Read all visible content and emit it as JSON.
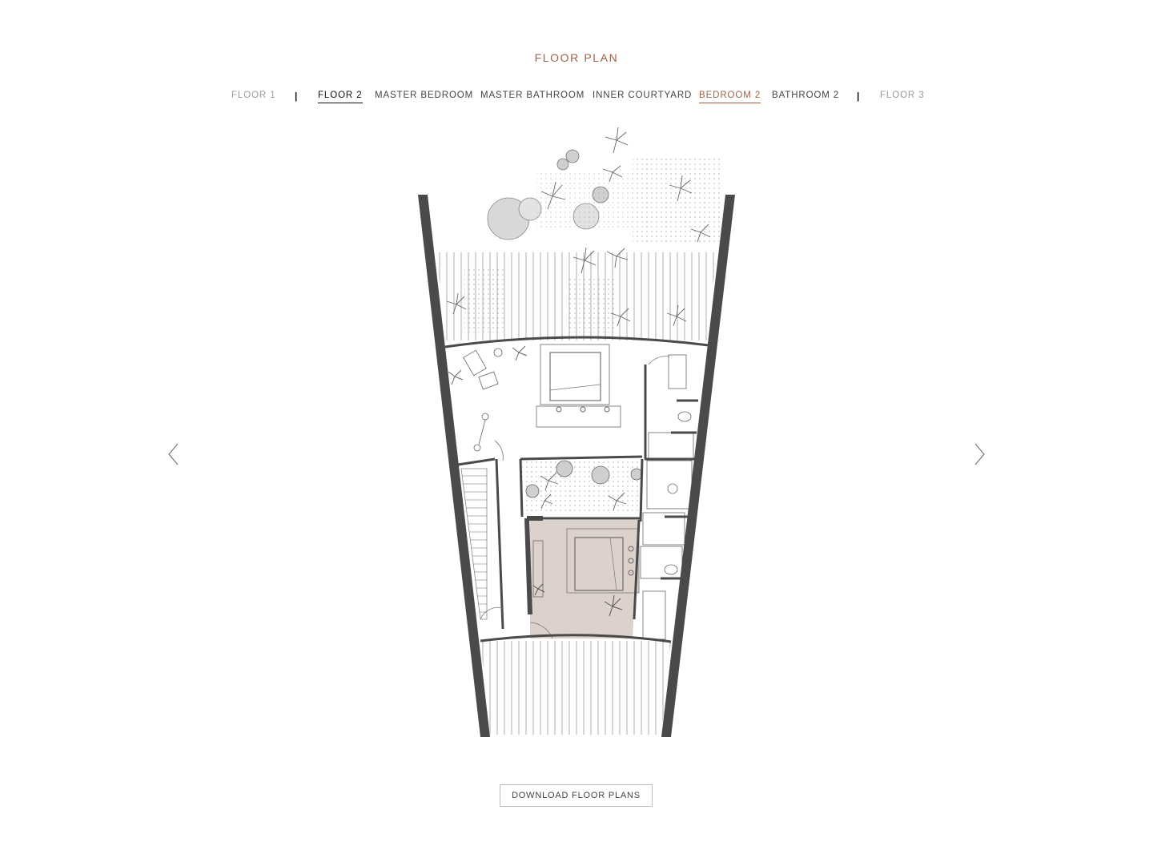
{
  "page": {
    "title": "FLOOR PLAN"
  },
  "nav": {
    "floor1": "FLOOR 1",
    "separator": "|",
    "floor2": "FLOOR 2",
    "rooms": [
      "MASTER BEDROOM",
      "MASTER BATHROOM",
      "INNER COURTYARD",
      "BEDROOM 2",
      "BATHROOM 2"
    ],
    "floor3": "FLOOR 3",
    "selected_room": "BEDROOM 2"
  },
  "download": {
    "label": "DOWNLOAD FLOOR PLANS"
  },
  "icons": {
    "prev": "chevron-left-icon",
    "next": "chevron-right-icon"
  },
  "colors": {
    "accent": "#a0634a",
    "highlight": "#ddd1cb",
    "wall": "#4a4a4a"
  }
}
